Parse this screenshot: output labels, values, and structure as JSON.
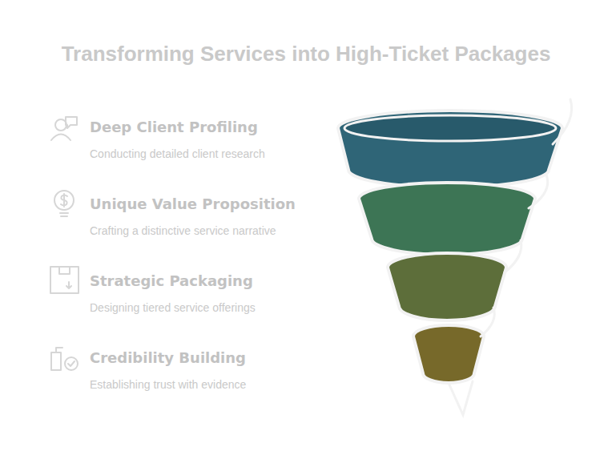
{
  "diagram": {
    "title": "Transforming Services into High-Ticket Packages",
    "nodes": [
      {
        "text": [
          "Deep Client Profiling",
          "Conducting detailed client research"
        ]
      },
      {
        "text": [
          "Unique Value Proposition",
          "Crafting a distinctive service narrative"
        ]
      },
      {
        "text": [
          "Strategic Packaging",
          "Designing tiered service offerings"
        ]
      },
      {
        "text": [
          "Credibility Building",
          "Establishing trust with evidence"
        ]
      }
    ]
  }
}
